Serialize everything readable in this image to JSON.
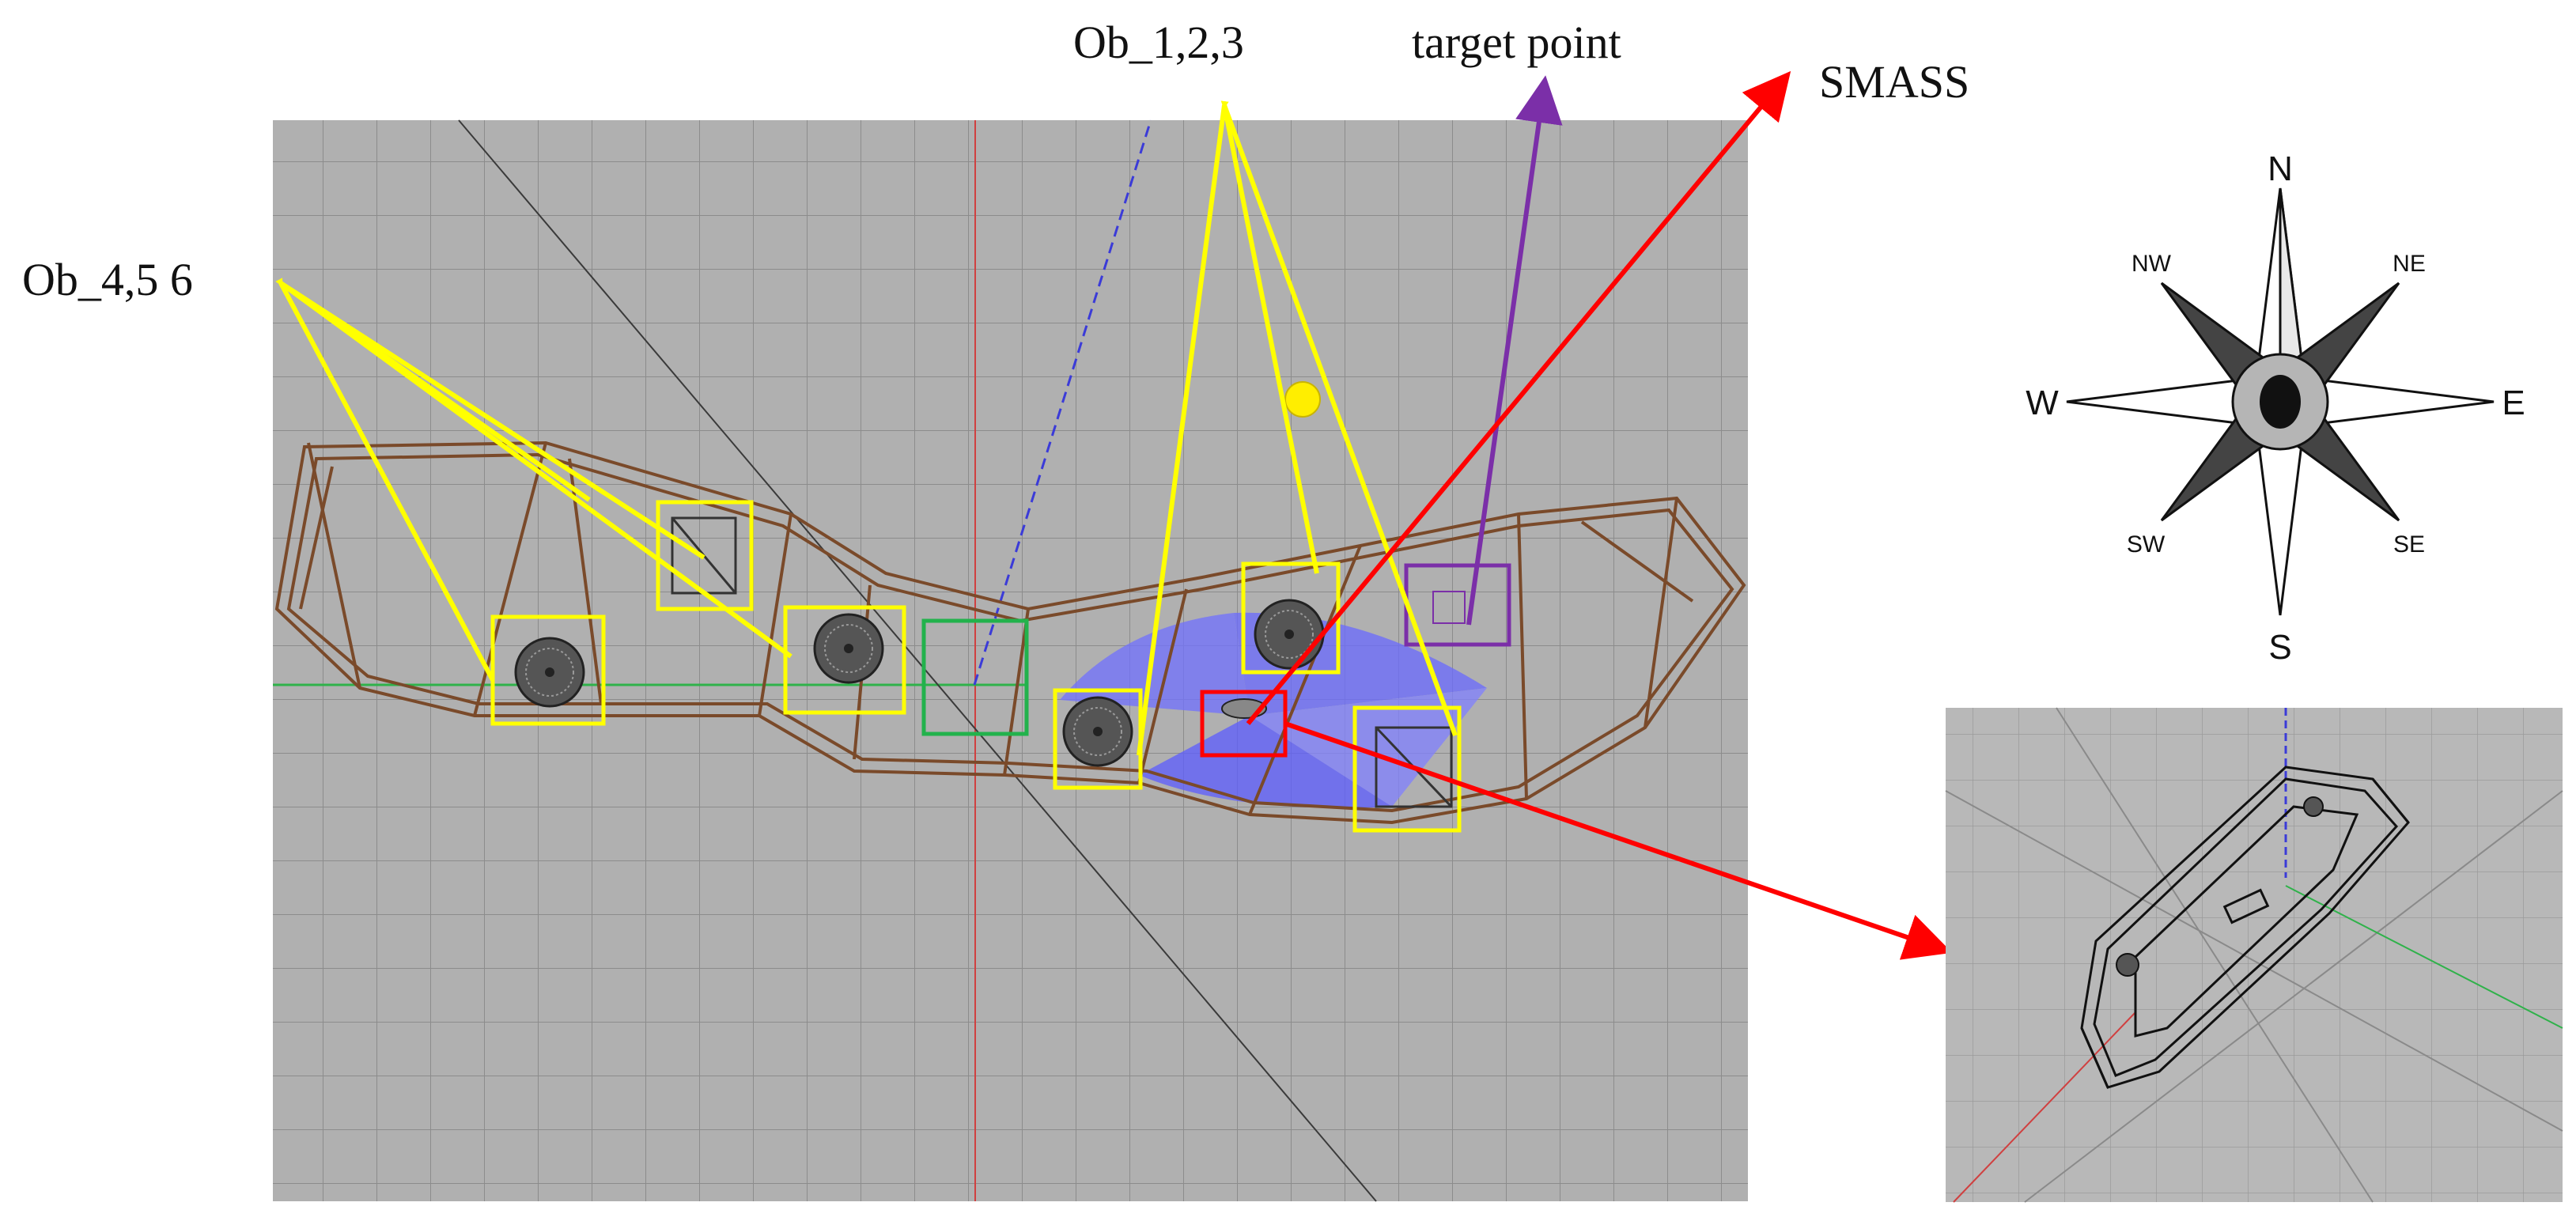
{
  "labels": {
    "obstacles_top": "Ob_1,2,3",
    "target": "target point",
    "smass": "SMASS",
    "obstacles_left": "Ob_4,5 6"
  },
  "compass": {
    "n": "N",
    "s": "S",
    "e": "E",
    "w": "W",
    "ne": "NE",
    "nw": "NW",
    "se": "SE",
    "sw": "SW"
  },
  "colors": {
    "viewport_bg": "#b0b0b0",
    "grid": "#8e8e8e",
    "obstacle_box": "#ffff00",
    "smass_marker": "#ff0000",
    "target_box": "#8a2be2",
    "start_box": "#22b24c",
    "sensor_fan": "#6f6fff",
    "channel": "#7a4a2a"
  }
}
